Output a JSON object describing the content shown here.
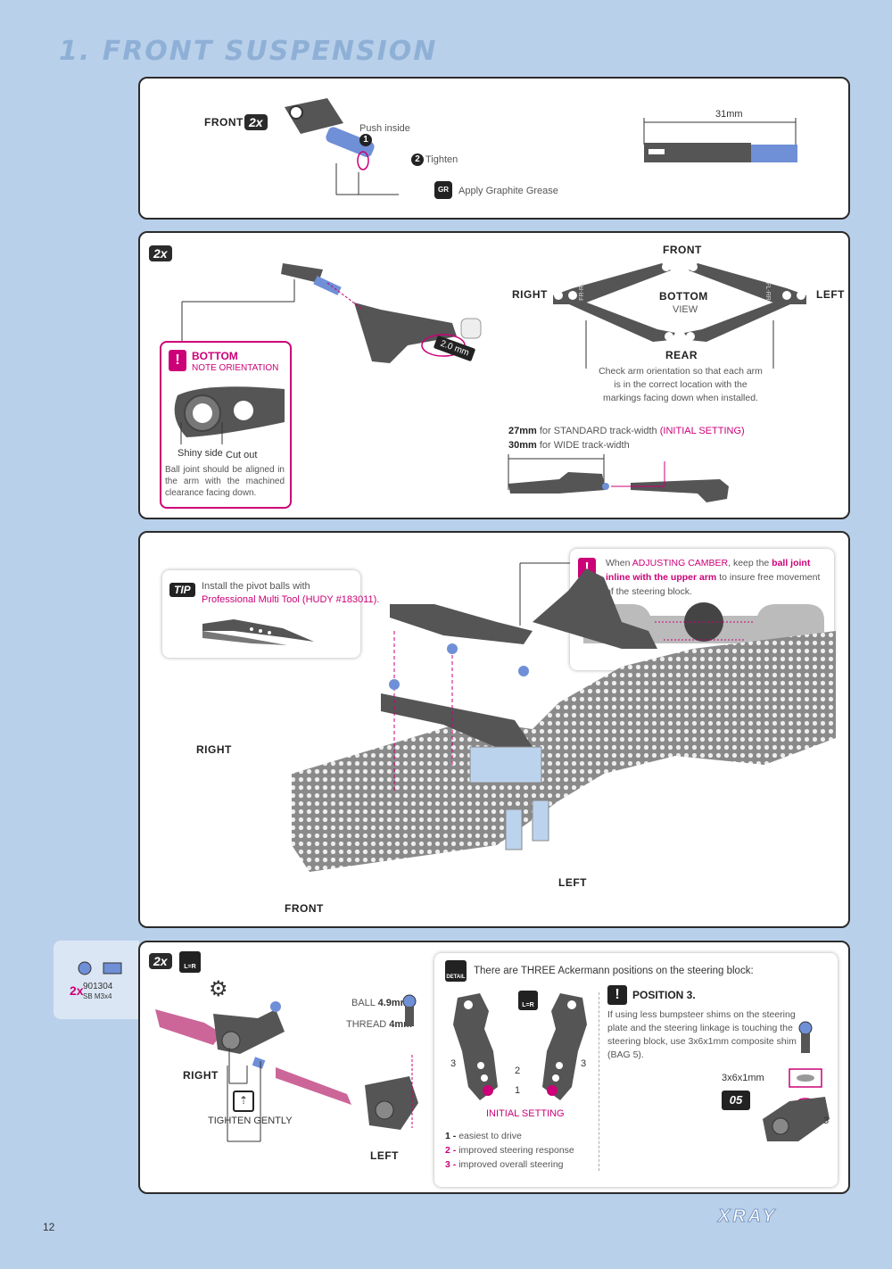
{
  "page": {
    "title": "1. FRONT SUSPENSION",
    "page_number": "12",
    "brand": "XRAY"
  },
  "step1": {
    "front_label": "FRONT",
    "qty": "2x",
    "step1_text": "Push inside",
    "step2_text": "Tighten",
    "grease_text": "Apply Graphite Grease",
    "grease_icon": "GR",
    "dimension": "31mm",
    "n1": "1",
    "n2": "2"
  },
  "step2": {
    "qty": "2x",
    "bottom_title": "BOTTOM",
    "note_orientation": "NOTE ORIENTATION",
    "shiny_side": "Shiny side",
    "cut_out": "Cut out",
    "note_text": "Ball joint should be aligned in the arm with the machined clearance facing down.",
    "hex_size": "2.0 mm",
    "front": "FRONT",
    "right": "RIGHT",
    "left": "LEFT",
    "bottom": "BOTTOM",
    "view": "VIEW",
    "rear": "REAR",
    "mark_fr_rl": "FR-RL",
    "mark_fl_rr": "FL-RR",
    "check_text": "Check arm orientation so that each arm is in the correct location with the markings facing down when installed.",
    "std_mm": "27mm",
    "std_text": "for STANDARD track-width",
    "initial": "(INITIAL SETTING)",
    "wide_mm": "30mm",
    "wide_text": "for WIDE track-width"
  },
  "step3": {
    "tip_label": "TIP",
    "tip_text1": "Install the pivot balls with",
    "tip_text2": "Professional Multi Tool (HUDY #183011).",
    "camber_pre": "When",
    "camber_key": "ADJUSTING CAMBER",
    "camber_mid": ", keep the",
    "camber_pink": "ball joint inline with the upper arm",
    "camber_post": "to insure free movement of the steering block.",
    "right": "RIGHT",
    "left": "LEFT",
    "front": "FRONT"
  },
  "step4": {
    "side_qty": "2x",
    "side_part": "901304",
    "side_desc": "SB M3x4",
    "qty": "2x",
    "lr_icon": "L=R",
    "ball_label": "BALL",
    "ball_val": "4.9mm",
    "thread_label": "THREAD",
    "thread_val": "4mm",
    "right": "RIGHT",
    "left": "LEFT",
    "tighten": "TIGHTEN GENTLY",
    "detail_label": "DETAIL",
    "ackermann_text": "There are THREE Ackermann positions on the steering block:",
    "pos_a": "3",
    "pos_b": "2",
    "pos_c": "1",
    "pos_d": "3",
    "initial": "INITIAL SETTING",
    "legend": [
      {
        "num": "1 -",
        "text": "easiest to drive"
      },
      {
        "num": "2 -",
        "text": "improved steering response"
      },
      {
        "num": "3 -",
        "text": "improved overall steering"
      }
    ],
    "position_title": "POSITION 3.",
    "position_text": "If using less bumpsteer shims on the steering plate and the steering linkage is touching the steering block, use 3x6x1mm composite shim (BAG 5).",
    "shim_label": "3x6x1mm",
    "bag": "05",
    "shim_pos": "3"
  },
  "colors": {
    "accent": "#cc0077",
    "background": "#b9d0ea",
    "blue_part": "#6f8fd6",
    "gray_part": "#555555"
  }
}
